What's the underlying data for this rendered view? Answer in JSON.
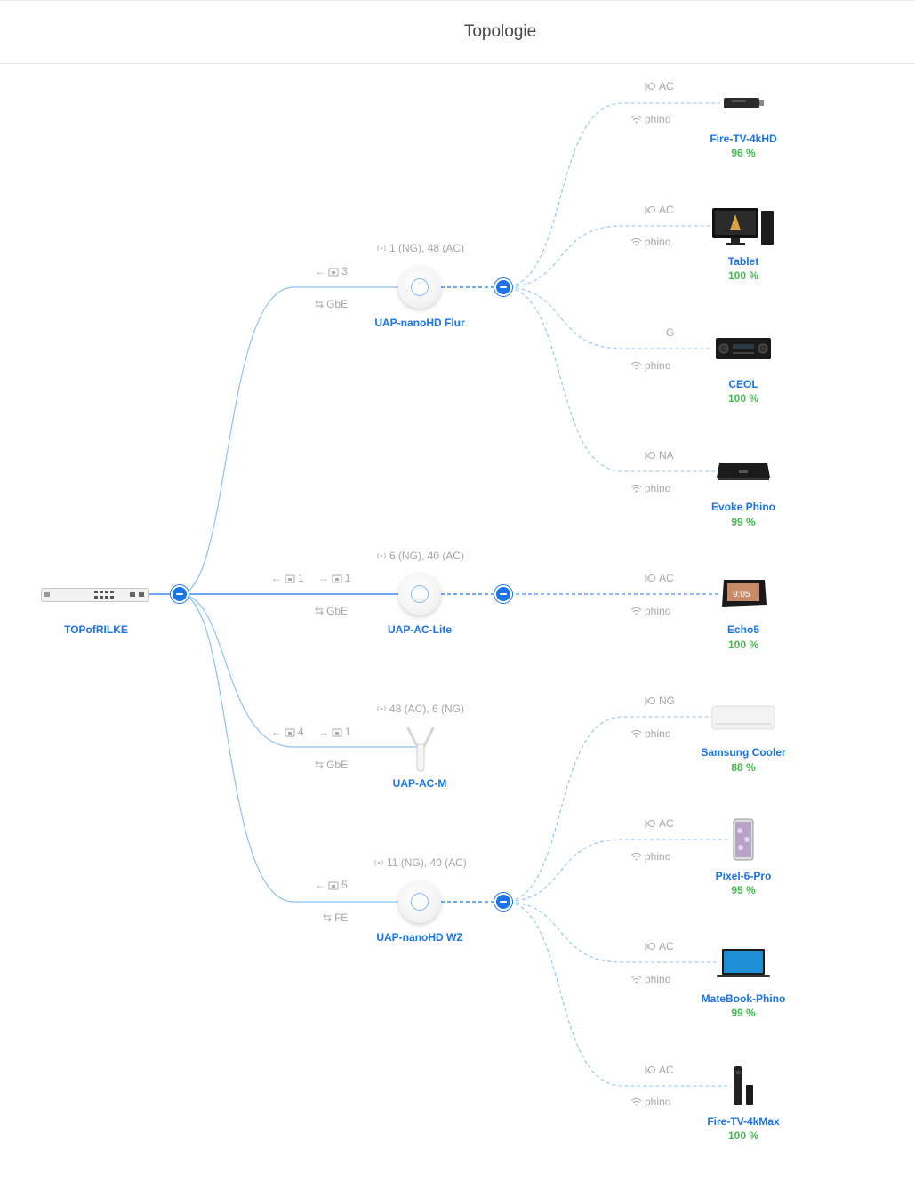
{
  "header": {
    "title": "Topologie"
  },
  "gateway": {
    "name": "TOPofRILKE"
  },
  "access_points": [
    {
      "name": "UAP-nanoHD Flur",
      "channels": "1 (NG), 48 (AC)",
      "uplink_in": "3",
      "speed": "GbE"
    },
    {
      "name": "UAP-AC-Lite",
      "channels": "6 (NG), 40 (AC)",
      "uplink_in": "1",
      "uplink_out": "1",
      "speed": "GbE"
    },
    {
      "name": "UAP-AC-M",
      "channels": "48 (AC), 6 (NG)",
      "uplink_in": "4",
      "uplink_out": "1",
      "speed": "GbE"
    },
    {
      "name": "UAP-nanoHD WZ",
      "channels": "11 (NG), 40 (AC)",
      "uplink_in": "5",
      "speed": "FE"
    }
  ],
  "clients": [
    {
      "name": "Fire-TV-4kHD",
      "signal": "96 %",
      "radio": "AC",
      "ssid": "phino",
      "icon": "fire-tv-stick-icon"
    },
    {
      "name": "Tablet",
      "signal": "100 %",
      "radio": "AC",
      "ssid": "phino",
      "icon": "desktop-computer-icon"
    },
    {
      "name": "CEOL",
      "signal": "100 %",
      "radio": "G",
      "ssid": "phino",
      "icon": "av-receiver-icon"
    },
    {
      "name": "Evoke Phino",
      "signal": "99 %",
      "radio": "NA",
      "ssid": "phino",
      "icon": "media-player-icon"
    },
    {
      "name": "Echo5",
      "signal": "100 %",
      "radio": "AC",
      "ssid": "phino",
      "icon": "echo-show-icon"
    },
    {
      "name": "Samsung Cooler",
      "signal": "88 %",
      "radio": "NG",
      "ssid": "phino",
      "icon": "air-conditioner-icon"
    },
    {
      "name": "Pixel-6-Pro",
      "signal": "95 %",
      "radio": "AC",
      "ssid": "phino",
      "icon": "smartphone-icon"
    },
    {
      "name": "MateBook-Phino",
      "signal": "99 %",
      "radio": "AC",
      "ssid": "phino",
      "icon": "laptop-icon"
    },
    {
      "name": "Fire-TV-4kMax",
      "signal": "100 %",
      "radio": "AC",
      "ssid": "phino",
      "icon": "fire-tv-max-icon"
    }
  ],
  "colors": {
    "link": "#1b74e8",
    "link_light": "#8ec2f5",
    "name": "#1b74e8",
    "signal": "#47b853",
    "meta": "#a6a6a6"
  }
}
